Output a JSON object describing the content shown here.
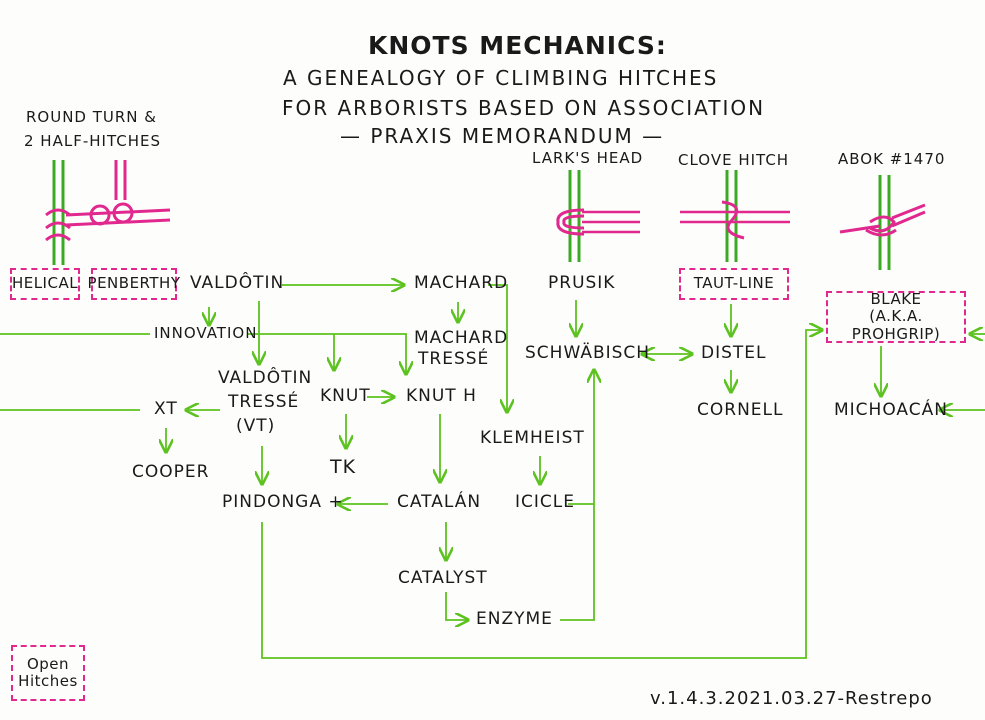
{
  "title": "Knots Mechanics:",
  "subtitle": [
    "A Genealogy of Climbing Hitches",
    "for Arborists Based on Association",
    "— Praxis Memorandum —"
  ],
  "illustrations": [
    {
      "label": [
        "Round Turn &",
        "2 Half-Hitches"
      ]
    },
    {
      "label": [
        "Lark's Head"
      ]
    },
    {
      "label": [
        "Clove Hitch"
      ]
    },
    {
      "label": [
        "ABOK #1470"
      ]
    }
  ],
  "boxed_nodes": {
    "helical": "Helical",
    "penberthy": "Penberthy",
    "taut_line": "Taut-Line",
    "blake": [
      "Blake",
      "(A.K.A. Prohgrip)"
    ]
  },
  "nodes": {
    "valdotin": "Valdôtin",
    "machard": "Machard",
    "prusik": "Prusik",
    "innovation": "Innovation",
    "machard_tresse": [
      "Machard",
      "Tressé"
    ],
    "schwabisch": "Schwäbisch",
    "distel": "Distel",
    "valdotin_tresse": [
      "Valdôtin",
      "Tressé",
      "(VT)"
    ],
    "knut": "Knut",
    "knut_h": "Knut H",
    "xt": "XT",
    "cornell": "Cornell",
    "michoacan": "Michoacán",
    "klemheist": "Klemheist",
    "cooper": "Cooper",
    "tk": "TK",
    "pindonga": "Pindonga +",
    "catalan": "Catalán",
    "icicle": "Icicle",
    "catalyst": "Catalyst",
    "enzyme": "Enzyme"
  },
  "legend": [
    "Open",
    "Hitches"
  ],
  "version": "v.1.4.3.2021.03.27-Restrepo",
  "colors": {
    "arrow": "#5cc21f",
    "rope": "#e0288f",
    "line": "#3aaa24",
    "text": "#1a1a1a"
  }
}
